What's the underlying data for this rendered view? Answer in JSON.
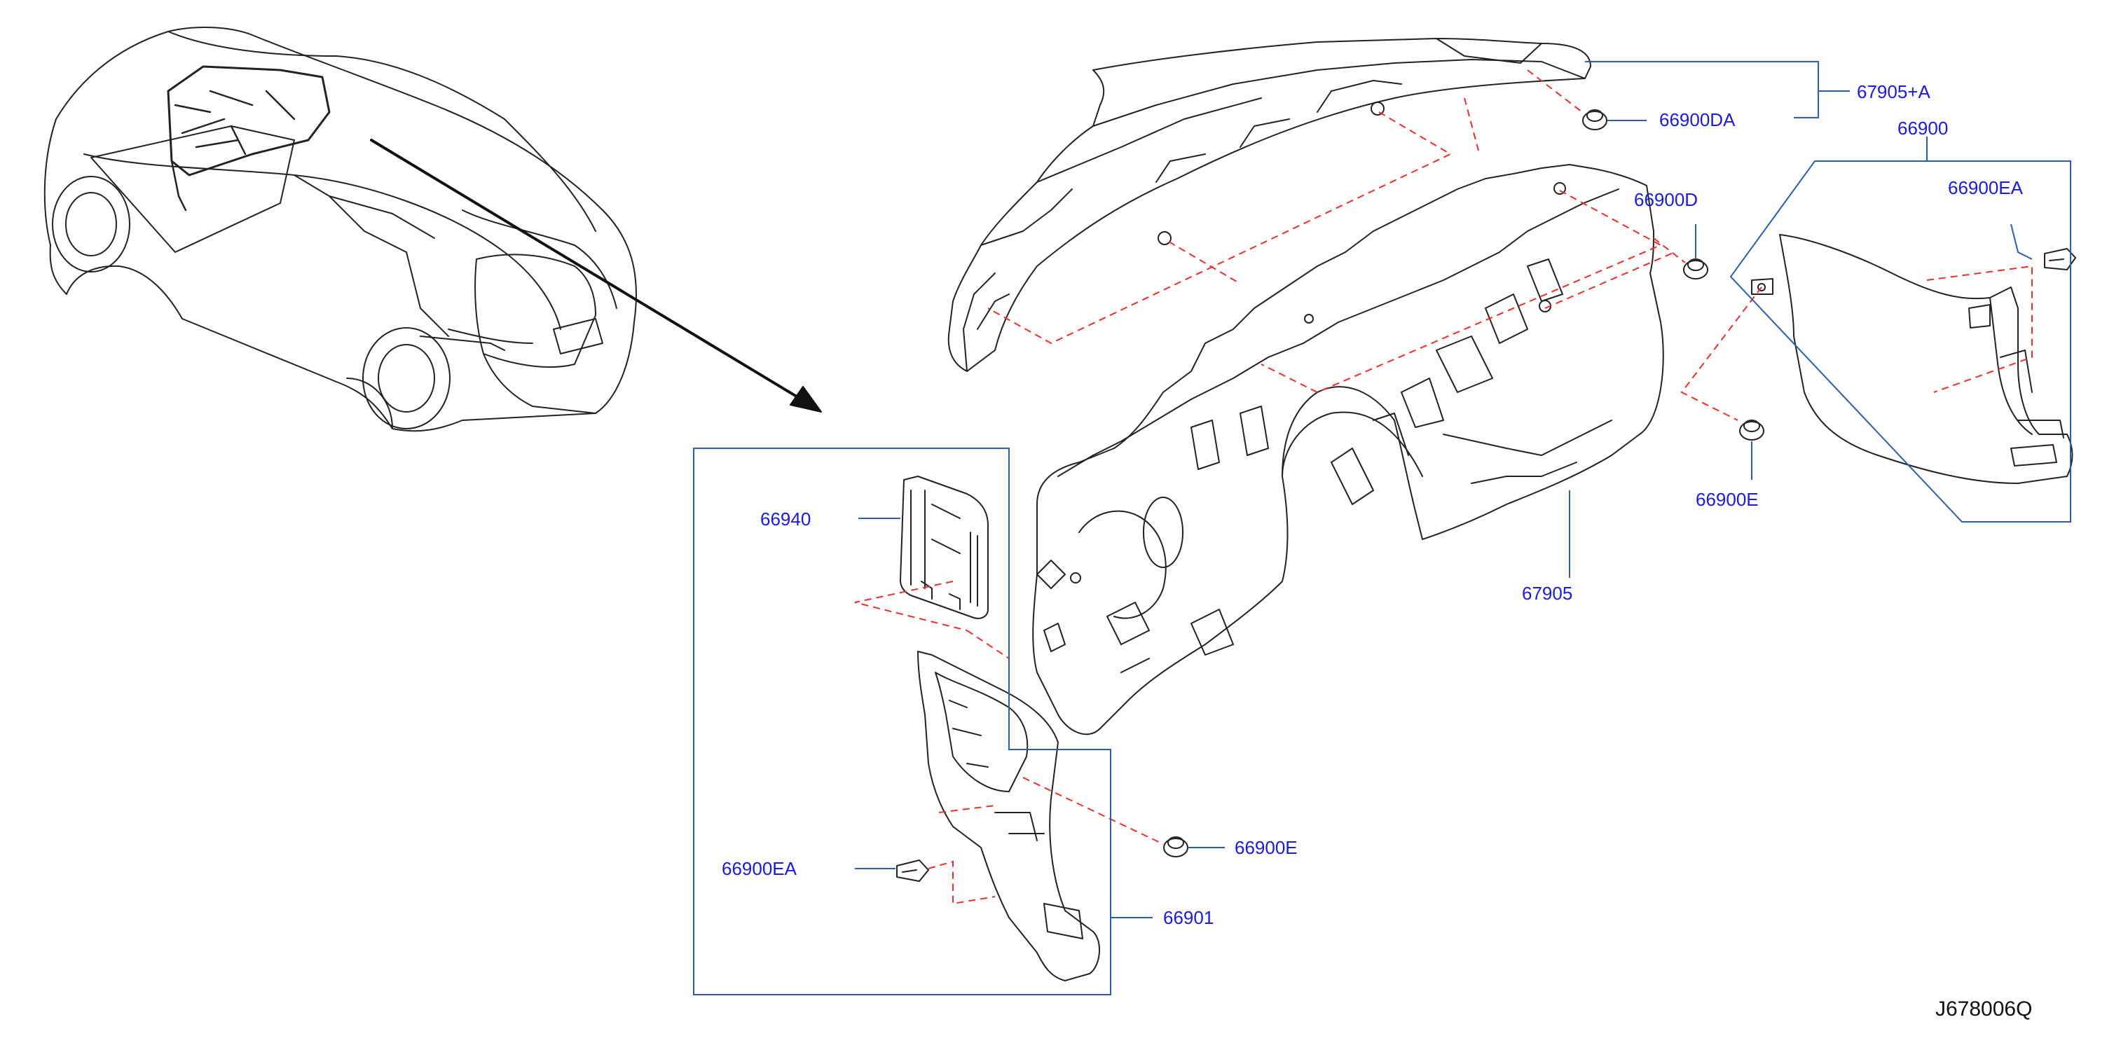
{
  "diagram": {
    "code": "J678006Q",
    "colors": {
      "label": "#1a1ae0",
      "leader": "#2c5fa8",
      "dash": "#e8302a",
      "line": "#222222"
    },
    "labels": {
      "p67905_a": "67905+A",
      "p66900da": "66900DA",
      "p66900": "66900",
      "p66900ea_right": "66900EA",
      "p66900d": "66900D",
      "p66900e_right": "66900E",
      "p67905": "67905",
      "p66940": "66940",
      "p66900e_bottom": "66900E",
      "p66900ea_left": "66900EA",
      "p66901": "66901"
    }
  }
}
